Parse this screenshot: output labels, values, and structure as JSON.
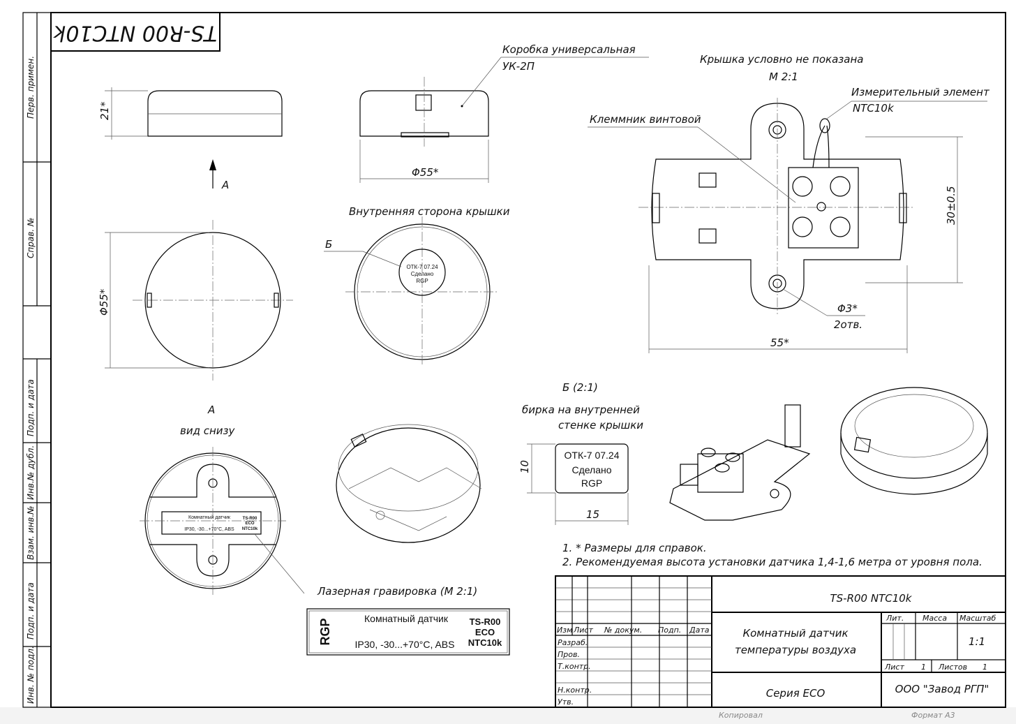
{
  "stamp_rotated": "TS-R00 NTC10k",
  "side_strip": [
    "Перв. примен.",
    "Справ. №",
    "Подп. и дата",
    "Инв.№ дубл.",
    "Взам. инв.№",
    "Подп. и дата",
    "Инв. № подл."
  ],
  "views": {
    "box_label": "Коробка универсальная",
    "box_model": "УК-2П",
    "height_dim": "21*",
    "diam_dim_side": "Φ55*",
    "diam_dim_top": "Φ55*",
    "arrow_label": "A",
    "inner_cover_title": "Внутренняя сторона крышки",
    "tag_marker": "Б",
    "tag_small_lines": [
      "ОТК-7 07.24",
      "Сделано",
      "RGP"
    ],
    "cover_note": "Крышка условно не показана",
    "cover_scale": "М 2:1",
    "element_label": "Измерительный элемент",
    "element_model": "NTC10k",
    "terminal_label": "Клеммник винтовой",
    "dim_30": "30±0.5",
    "hole_dim": "Φ3*",
    "hole_count": "2отв.",
    "dim_55": "55*",
    "view_a_title": "A",
    "view_a_sub": "вид снизу",
    "detail_title": "Б (2:1)",
    "detail_sub1": "бирка на внутренней",
    "detail_sub2": "стенке крышки",
    "tag_lines": [
      "ОТК-7 07.24",
      "Сделано",
      "RGP"
    ],
    "tag_h": "10",
    "tag_w": "15",
    "engraving_title": "Лазерная гравировка (М 2:1)",
    "engraving": {
      "logo": "RGP",
      "line1": "Комнатный датчик",
      "line2": "IP30, -30...+70°C, ABS",
      "right": [
        "TS-R00",
        "ECO",
        "NTC10k"
      ]
    }
  },
  "notes": [
    "1. * Размеры для справок.",
    "2. Рекомендуемая высота установки датчика 1,4-1,6 метра от уровня пола."
  ],
  "title_block": {
    "designation": "TS-R00 NTC10k",
    "name_line1": "Комнатный датчик",
    "name_line2": "температуры воздуха",
    "series": "Серия ECO",
    "company": "ООО \"Завод РГП\"",
    "col_headers": [
      "Изм",
      "Лист",
      "№ докум.",
      "Подп.",
      "Дата"
    ],
    "roles": [
      "Разраб.",
      "Пров.",
      "Т.контр.",
      "",
      "Н.контр.",
      "Утв."
    ],
    "lit": "Лит.",
    "mass": "Масса",
    "scale_label": "Масштаб",
    "scale": "1:1",
    "sheet_label": "Лист",
    "sheet": "1",
    "sheets_label": "Листов",
    "sheets": "1"
  },
  "footer": {
    "copied": "Копировал",
    "format": "Формат А3"
  }
}
